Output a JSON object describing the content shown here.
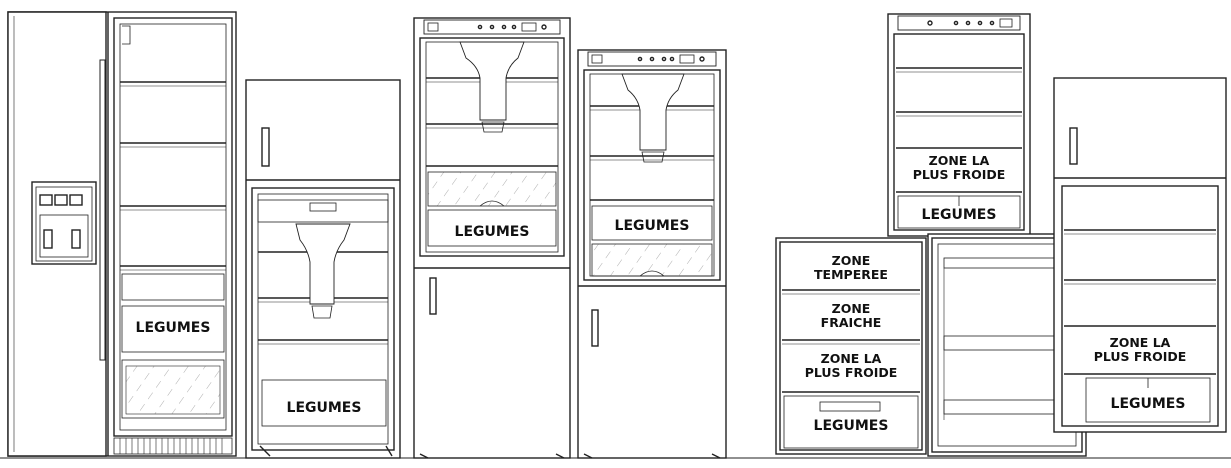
{
  "labels": {
    "legumes": "LEGUMES",
    "zone_temperee_1": "ZONE",
    "zone_temperee_2": "TEMPEREE",
    "zone_fraiche_1": "ZONE",
    "zone_fraiche_2": "FRAICHE",
    "zone_froide_1": "ZONE LA",
    "zone_froide_2": "PLUS FROIDE"
  },
  "colors": {
    "line": "#222222",
    "fill": "#ffffff",
    "hatch": "#9a9a9a"
  }
}
